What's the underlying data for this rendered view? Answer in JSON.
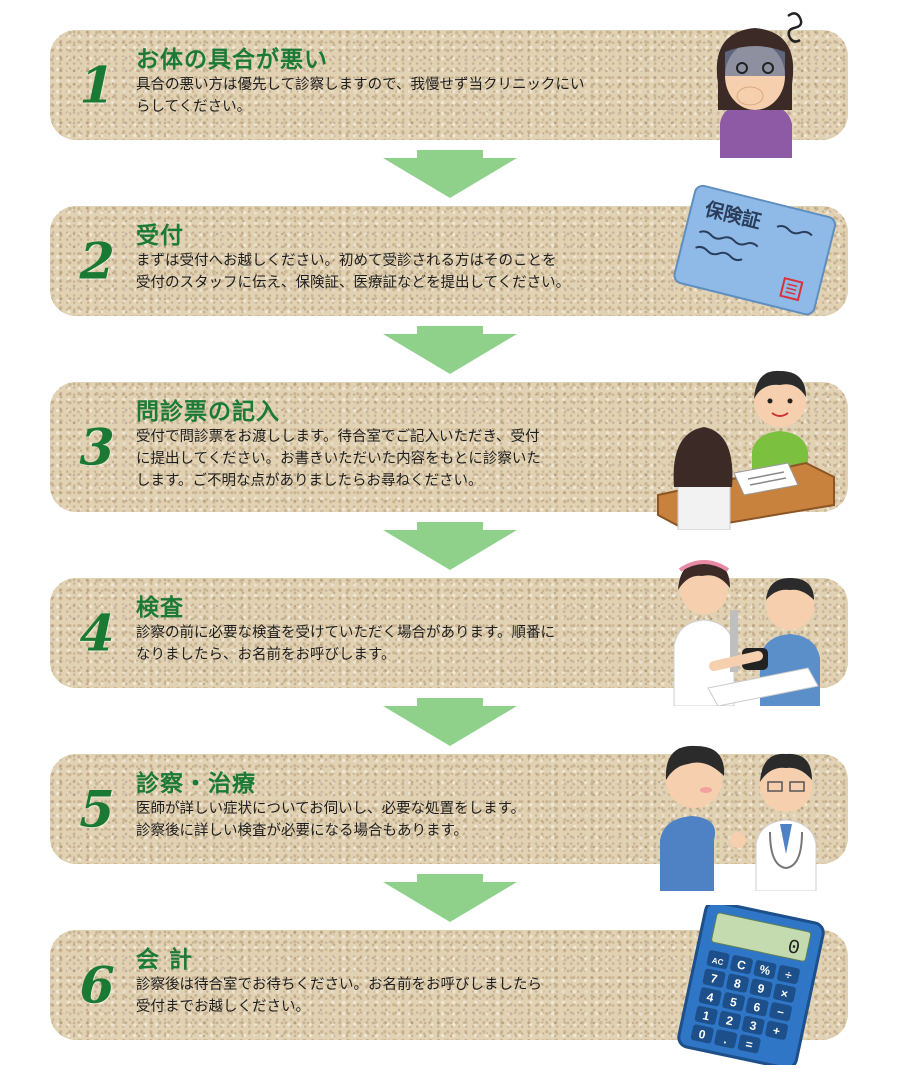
{
  "steps": [
    {
      "number": "1",
      "title": "お体の具合が悪い",
      "lines": [
        "具合の悪い方は優先して診察しますので、我慢せず当クリニックにい",
        "らしてください。"
      ],
      "illustration": "sick-person-icon"
    },
    {
      "number": "2",
      "title": "受付",
      "lines": [
        "まずは受付へお越しください。初めて受診される方はそのことを",
        "受付のスタッフに伝え、保険証、医療証などを提出してください。"
      ],
      "illustration": "insurance-card-icon",
      "card_label": "保険証"
    },
    {
      "number": "3",
      "title": "問診票の記入",
      "lines": [
        "受付で問診票をお渡しします。待合室でご記入いただき、受付",
        "に提出してください。お書きいただいた内容をもとに診察いた",
        "します。ご不明な点がありましたらお尋ねください。"
      ],
      "illustration": "questionnaire-desk-icon"
    },
    {
      "number": "4",
      "title": "検査",
      "lines": [
        "診察の前に必要な検査を受けていただく場合があります。順番に",
        "なりましたら、お名前をお呼びします。"
      ],
      "illustration": "blood-pressure-exam-icon"
    },
    {
      "number": "5",
      "title": "診察・治療",
      "lines": [
        "医師が詳しい症状についてお伺いし、必要な処置をします。",
        "診察後に詳しい検査が必要になる場合もあります。"
      ],
      "illustration": "doctor-consultation-icon"
    },
    {
      "number": "6",
      "title": "会 計",
      "lines": [
        "診察後は待合室でお待ちください。お名前をお呼びしましたら",
        "受付までお越しください。"
      ],
      "illustration": "calculator-icon",
      "calc_display": "0",
      "calc_keys": [
        "AC",
        "C",
        "%",
        "÷",
        "7",
        "8",
        "9",
        "×",
        "4",
        "5",
        "6",
        "−",
        "1",
        "2",
        "3",
        "+",
        "0",
        ".",
        "=",
        ""
      ]
    }
  ],
  "colors": {
    "step_bg": "#e2d2b4",
    "title_green": "#1b7a36",
    "number_green": "#1a7a33",
    "arrow_green": "#8fd18a"
  }
}
